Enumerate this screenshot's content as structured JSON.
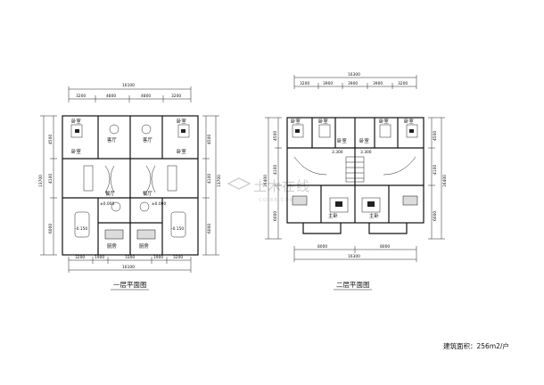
{
  "plan1": {
    "caption": "一层平面图",
    "total_top": "16100",
    "top_dims": [
      "3200",
      "4800",
      "4800",
      "3200"
    ],
    "total_bottom": "16100",
    "bottom_dims": [
      "3200",
      "1900",
      "3300",
      "1900",
      "3200"
    ],
    "left_dims": [
      "4500",
      "4100",
      "6000"
    ],
    "left_total": "13700",
    "right_dims": [
      "4500",
      "4100",
      "6000"
    ],
    "right_total": "13700",
    "rooms": [
      "卧室",
      "卧室",
      "客厅",
      "客厅",
      "卧室",
      "卧室",
      "餐厅",
      "餐厅",
      "厨房",
      "厨房"
    ],
    "levels": [
      "±0.000",
      "±0.000",
      "-0.150",
      "-0.150"
    ]
  },
  "plan2": {
    "caption": "二层平面图",
    "total_top": "16300",
    "top_dims": [
      "3200",
      "3900",
      "3900",
      "3900",
      "3200"
    ],
    "total_bottom": "16300",
    "bottom_dims": [
      "8000",
      "8000"
    ],
    "left_dims": [
      "4500",
      "4100",
      "6000"
    ],
    "left_total": "16400",
    "right_dims": [
      "4500",
      "4100",
      "6000"
    ],
    "right_total": "16400",
    "rooms": [
      "卧室",
      "卧室",
      "卧室",
      "卧室",
      "卧室",
      "卧室",
      "主卧",
      "主卧"
    ],
    "levels": [
      "3.300",
      "3.300"
    ]
  },
  "area_note": "建筑面积：256m2/户",
  "watermark": {
    "main": "土木在线",
    "sub": "COI88.COM"
  }
}
